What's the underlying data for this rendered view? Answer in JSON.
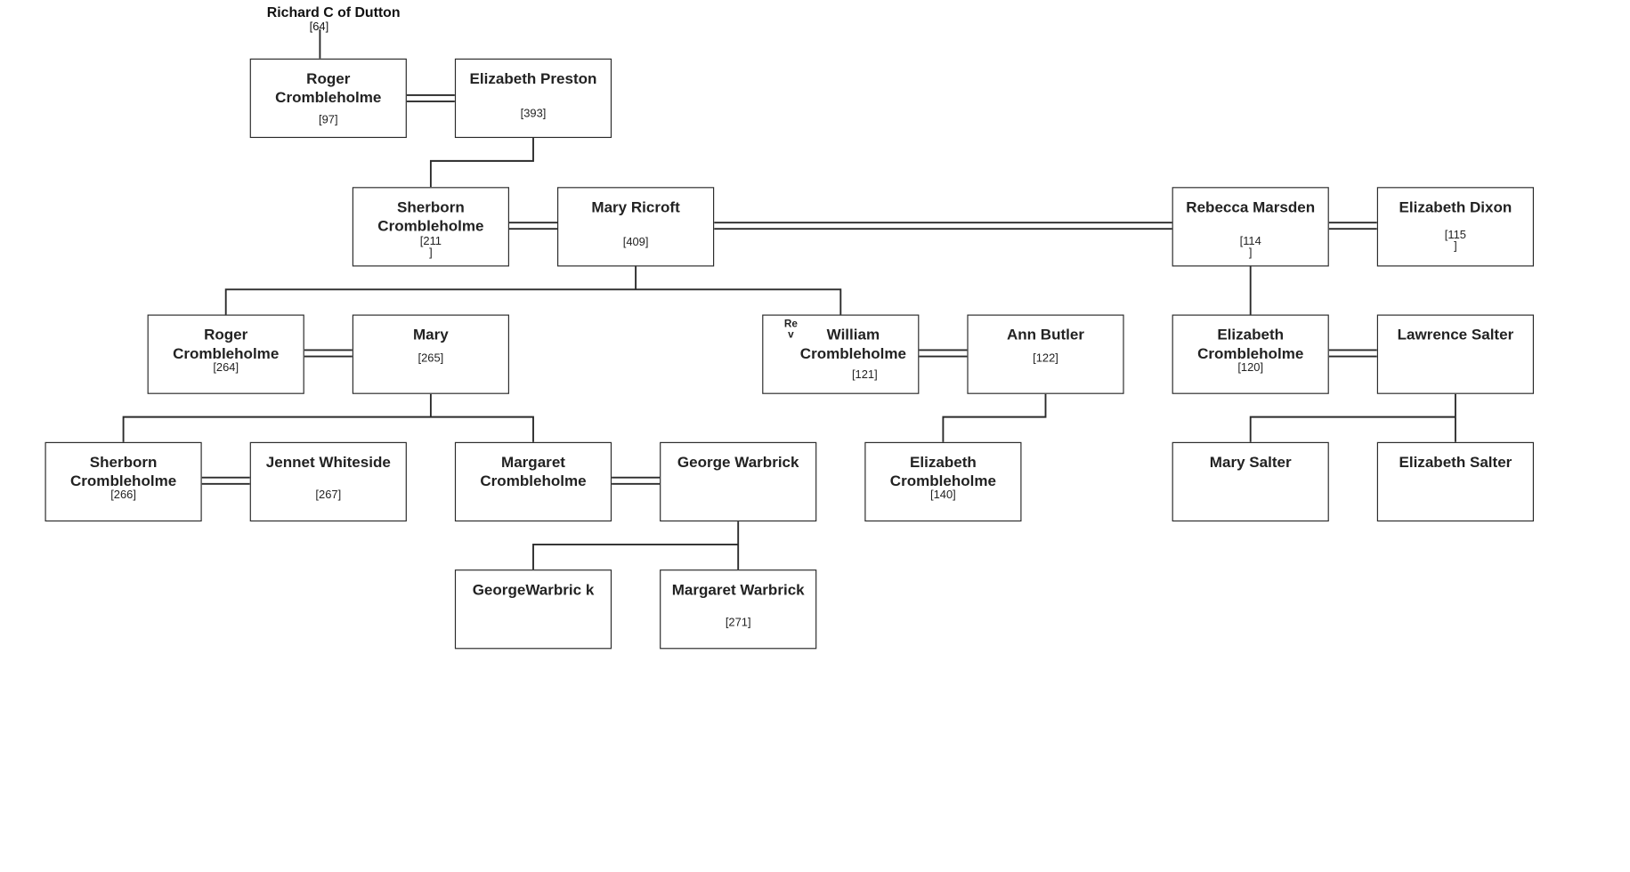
{
  "top_ancestor": {
    "name": "Richard C of Dutton",
    "id": "[64]"
  },
  "people": {
    "roger_1": {
      "name": "Roger Crombleholme",
      "id": "[97]"
    },
    "elizabeth_preston": {
      "name": "Elizabeth Preston",
      "id": "[393]"
    },
    "sherborn_1": {
      "name": "Sherborn Crombleholme",
      "id": "[211\n]"
    },
    "mary_ricroft": {
      "name": "Mary Ricroft",
      "id": "[409]"
    },
    "rebecca_marsden": {
      "name": "Rebecca Marsden",
      "id": "[114\n]"
    },
    "elizabeth_dixon": {
      "name": "Elizabeth Dixon",
      "id": "[115\n]"
    },
    "roger_2": {
      "name": "Roger Crombleholme",
      "id": "[264]"
    },
    "mary": {
      "name": "Mary",
      "id": "[265]"
    },
    "william": {
      "name": "William Crombleholme",
      "id": "[121]",
      "tag": "Re\nv"
    },
    "ann_butler": {
      "name": "Ann Butler",
      "id": "[122]"
    },
    "elizabeth_c1": {
      "name": "Elizabeth Crombleholme",
      "id": "[120]"
    },
    "lawrence_salter": {
      "name": "Lawrence Salter",
      "id": ""
    },
    "sherborn_2": {
      "name": "Sherborn Crombleholme",
      "id": "[266]"
    },
    "jennet_whiteside": {
      "name": "Jennet Whiteside",
      "id": "[267]"
    },
    "margaret_c": {
      "name": "Margaret Crombleholme",
      "id": ""
    },
    "george_warbrick": {
      "name": "George Warbrick",
      "id": ""
    },
    "elizabeth_c2": {
      "name": "Elizabeth Crombleholme",
      "id": "[140]"
    },
    "mary_salter": {
      "name": "Mary Salter",
      "id": ""
    },
    "elizabeth_salter": {
      "name": "Elizabeth Salter",
      "id": ""
    },
    "george_warbrick_jr": {
      "name": "GeorgeWarbric k",
      "id": ""
    },
    "margaret_warbrick": {
      "name": "Margaret Warbrick",
      "id": "[271]"
    }
  }
}
